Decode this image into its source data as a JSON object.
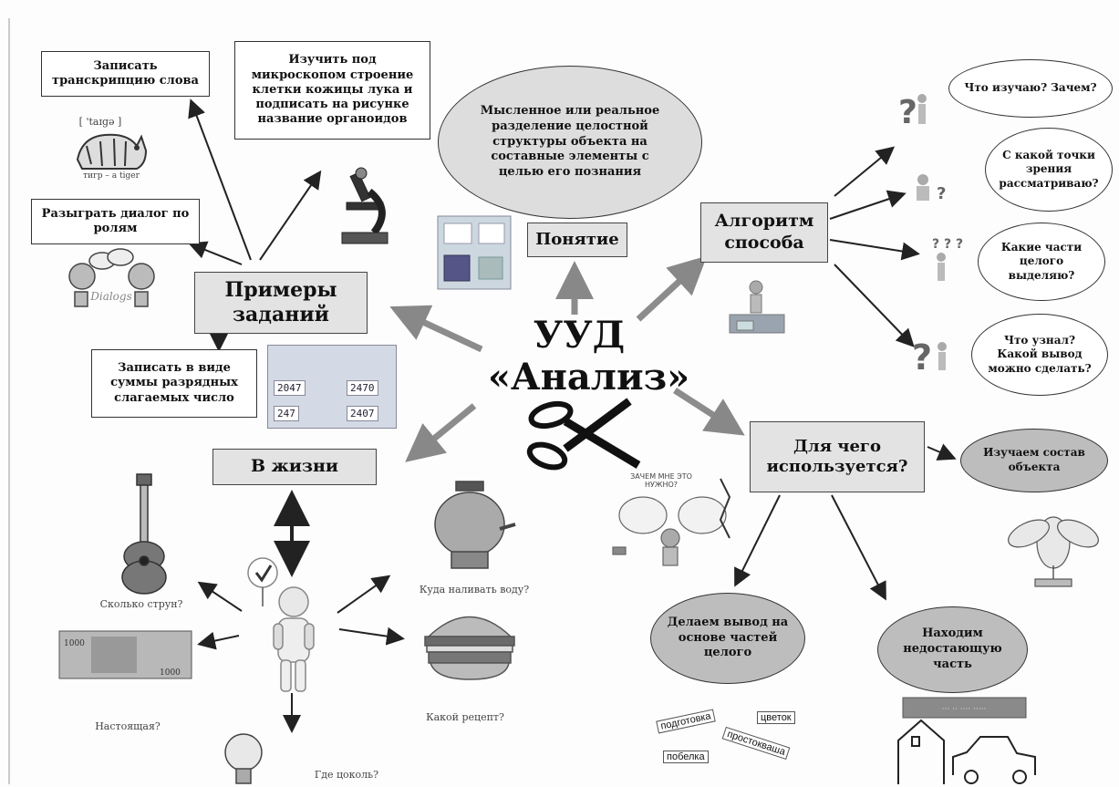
{
  "center": {
    "line1": "УУД",
    "line2": "«Анализ»"
  },
  "concept": {
    "label": "Понятие",
    "definition": "Мысленное или реальное разделение целостной структуры объекта на составные элементы с целью его познания"
  },
  "algorithm": {
    "label": "Алгоритм способа",
    "steps": [
      "Что изучаю? Зачем?",
      "С какой точки зрения рассматриваю?",
      "Какие части целого выделяю?",
      "Что узнал? Какой вывод можно сделать?"
    ]
  },
  "usage": {
    "label": "Для чего используется?",
    "items": [
      "Изучаем состав объекта",
      "Делаем вывод на основе частей целого",
      "Находим недостающую часть"
    ],
    "bubble_title": "ЗАЧЕМ МНЕ ЭТО НУЖНО?",
    "words": [
      "подготовка",
      "цветок",
      "простокваша",
      "побелка"
    ]
  },
  "examples": {
    "label": "Примеры заданий",
    "tasks": [
      "Записать транскрипцию слова",
      "Изучить под микроскопом строение клетки кожицы лука и подписать на рисунке название органоидов",
      "Разыграть диалог по ролям",
      "Записать в виде суммы разрядных слагаемых число"
    ],
    "transcription": "[ 'taɪgə ]",
    "tiger_caption": "тигр – a tiger",
    "dialog_word": "Dialogs",
    "math_numbers": [
      "2047",
      "2470",
      "247",
      "2407"
    ]
  },
  "life": {
    "label": "В жизни",
    "questions": [
      "Сколько струн?",
      "Куда наливать воду?",
      "Настоящая?",
      "Какой рецепт?",
      "Где цоколь?"
    ]
  }
}
